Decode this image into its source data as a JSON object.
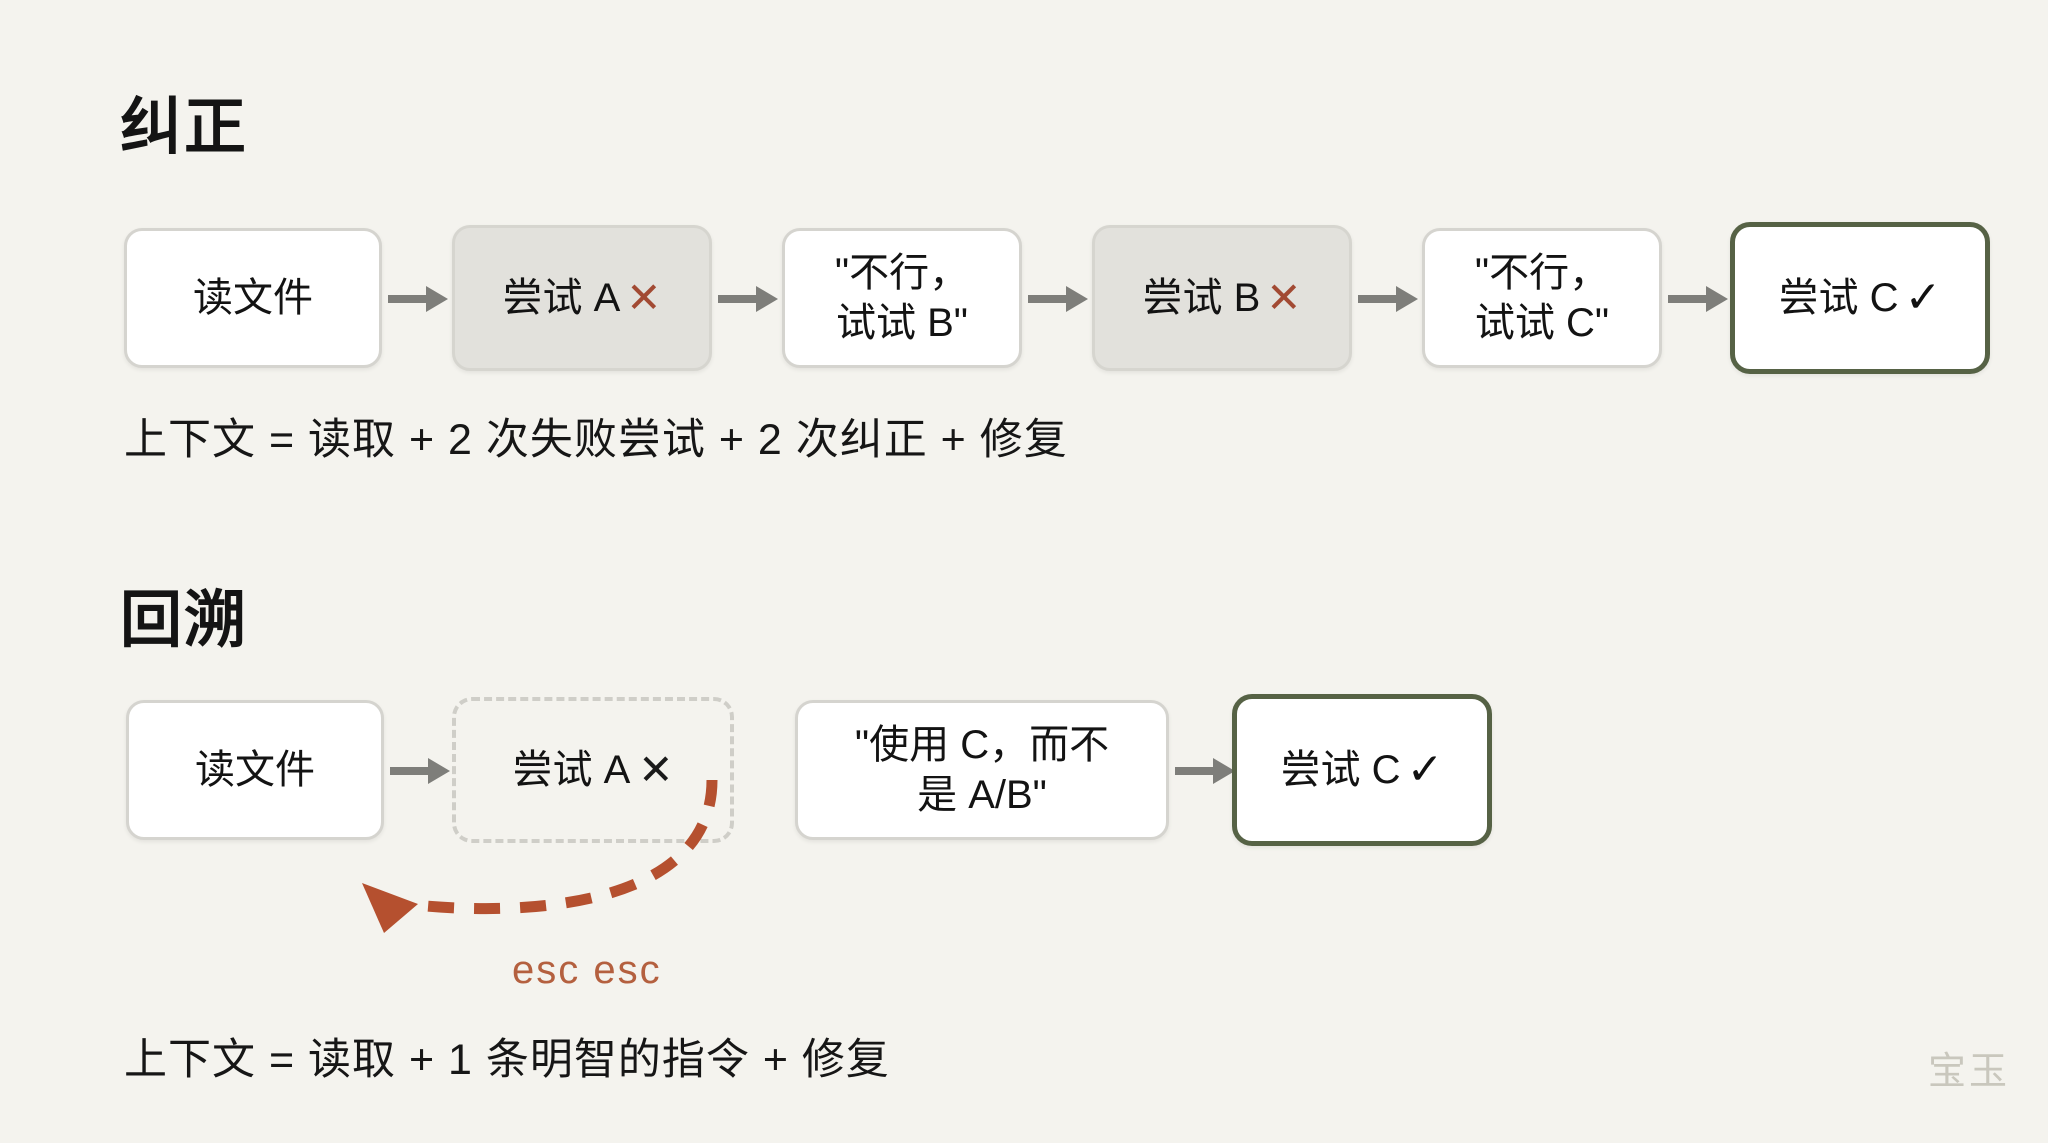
{
  "page": {
    "background_color": "#f4f3ee",
    "watermark": "宝玉"
  },
  "sections": [
    {
      "heading": "纠正",
      "caption": "上下文 = 读取 + 2 次失败尝试 + 2 次纠正 + 修复"
    },
    {
      "heading": "回溯",
      "caption": "上下文 = 读取 + 1 条明智的指令 + 修复"
    }
  ],
  "flow_correction": {
    "nodes": [
      {
        "id": "read-file",
        "label": "读文件",
        "mark": "",
        "style": "plain"
      },
      {
        "id": "try-a",
        "label": "尝试 A",
        "mark": "✕",
        "style": "muted"
      },
      {
        "id": "quote-b",
        "label": "\"不行，\n试试 B\"",
        "mark": "",
        "style": "plain"
      },
      {
        "id": "try-b",
        "label": "尝试 B",
        "mark": "✕",
        "style": "muted"
      },
      {
        "id": "quote-c",
        "label": "\"不行，\n试试 C\"",
        "mark": "",
        "style": "plain"
      },
      {
        "id": "try-c",
        "label": "尝试 C",
        "mark": "✓",
        "style": "success"
      }
    ]
  },
  "flow_backtrack": {
    "nodes": [
      {
        "id": "read-file-2",
        "label": "读文件",
        "mark": "",
        "style": "plain"
      },
      {
        "id": "try-a-2",
        "label": "尝试 A",
        "mark": "✕",
        "style": "ghost"
      },
      {
        "id": "quote-use-c",
        "label": "\"使用 C，而不\n是 A/B\"",
        "mark": "",
        "style": "plain"
      },
      {
        "id": "try-c-2",
        "label": "尝试 C",
        "mark": "✓",
        "style": "success"
      }
    ],
    "escape_label": "esc  esc"
  },
  "colors": {
    "fail_mark": "#a24a33",
    "success_border": "#566245",
    "backtrack_arrow": "#b5502f",
    "arrow_gray": "#7e7e7a",
    "box_border": "#d5d4cf",
    "muted_fill": "#e2e1dc",
    "watermark": "#c9c7bd"
  }
}
